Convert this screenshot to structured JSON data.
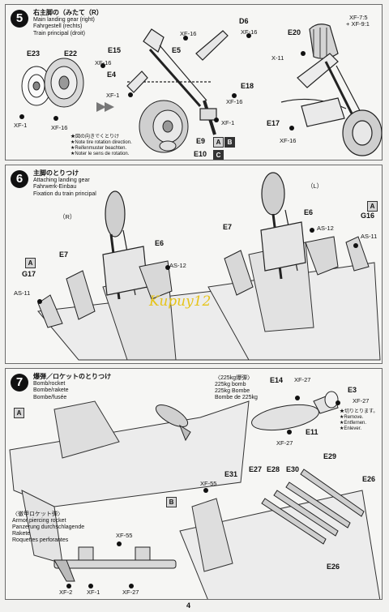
{
  "page_number": "4",
  "watermark": "Kupuy12",
  "steps": [
    {
      "num": "5",
      "title_jp": "右主脚の（みたて（R）",
      "title_en": "Main landing gear (right)",
      "title_de": "Fahrgestell (rechts)",
      "title_fr": "Train principal (droit)",
      "note_jp": "★図の向きでくとりけ",
      "note_en": "★Note tire rotation direction.",
      "note_de": "★Reifenmuster beachten.",
      "note_fr": "★Noter le sens de rotation.",
      "labels": {
        "e23": "E23",
        "e22": "E22",
        "xf1a": "XF-1",
        "xf16a": "XF-16",
        "e15": "E15",
        "xf16b": "XF-16",
        "e4": "E4",
        "xf16c": "XF-16",
        "e5": "E5",
        "d6": "D6",
        "xf16d": "XF-16",
        "xf1b": "XF-1",
        "e18": "E18",
        "xf16e": "XF-16",
        "xf1c": "XF-1",
        "e9": "E9",
        "e10": "E10",
        "xf75": "XF-7:5",
        "xf91": "+ XF-9:1",
        "x11": "X-11",
        "e20": "E20",
        "e17": "E17",
        "xf16f": "XF-16"
      },
      "boxes": {
        "a": "A",
        "b": "B",
        "c": "C"
      }
    },
    {
      "num": "6",
      "title_jp": "主脚のとりつけ",
      "title_en": "Attaching landing gear",
      "title_de": "Fahrwerk-Einbau",
      "title_fr": "Fixation du train principal",
      "labels": {
        "l": "（L）",
        "r": "（R）",
        "e6a": "E6",
        "as12a": "AS-12",
        "e7a": "E7",
        "g17": "G17",
        "as11a": "AS-11",
        "e6b": "E6",
        "as12b": "AS-12",
        "e7b": "E7",
        "g16": "G16",
        "as11b": "AS-11"
      },
      "boxes": {
        "a1": "A",
        "a2": "A"
      }
    },
    {
      "num": "7",
      "title_jp": "爆弾／ロケットのとりつけ",
      "title_en": "Bomb/rocket",
      "title_de": "Bombe/rakete",
      "title_fr": "Bombe/fusée",
      "bomb_title_jp": "〈225kg爆弾〉",
      "bomb_title_en": "225kg bomb",
      "bomb_title_de": "225kg Bombe",
      "bomb_title_fr": "Bombe de 225kg",
      "remove_jp": "★切りとります。",
      "remove_en": "★Remove.",
      "remove_de": "★Entfernen.",
      "remove_fr": "★Enlever.",
      "rocket_title_jp": "〈徹甲ロケット弾〉",
      "rocket_title_en": "Armor piercing rocket",
      "rocket_title_de": "Panzerung durchschlagende",
      "rocket_title_de2": "Rakete",
      "rocket_title_fr": "Roquettes perforantes",
      "labels": {
        "e14": "E14",
        "xf27a": "XF-27",
        "e3": "E3",
        "xf27b": "XF-27",
        "e11": "E11",
        "xf27c": "XF-27",
        "e31": "E31",
        "xf55a": "XF-55",
        "e27": "E27",
        "e28": "E28",
        "e30": "E30",
        "e29": "E29",
        "e26a": "E26",
        "e26b": "E26",
        "xf55b": "XF-55",
        "xf2": "XF-2",
        "xf1": "XF-1",
        "xf27d": "XF-27"
      },
      "boxes": {
        "a": "A",
        "b": "B"
      }
    }
  ]
}
